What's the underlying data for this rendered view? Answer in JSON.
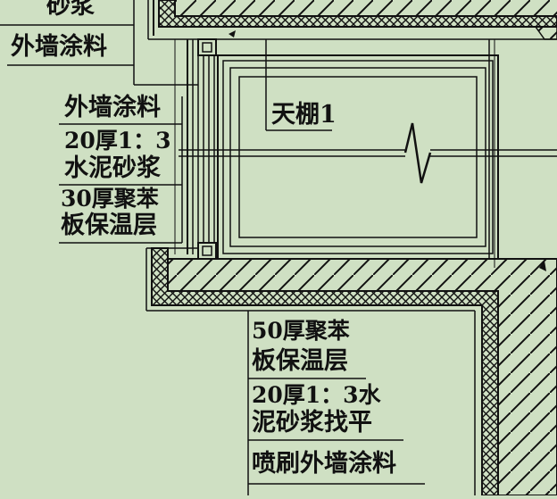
{
  "labels": {
    "top_mortar": "砂浆",
    "top_paint": "外墙涂料",
    "left_paint": "外墙涂料",
    "left_mortar_a": "20厚1：3",
    "left_mortar_b": "水泥砂浆",
    "left_insul_a": "30厚聚苯",
    "left_insul_b": "板保温层",
    "window": "天棚1",
    "bottom_insul_a": "50厚聚苯",
    "bottom_insul_b": "板保温层",
    "bottom_mortar_a": "20厚1：3水",
    "bottom_mortar_b": "泥砂浆找平",
    "bottom_paint": "喷刷外墙涂料"
  },
  "colors": {
    "background": "#cfe0c3",
    "ink": "#111111"
  }
}
